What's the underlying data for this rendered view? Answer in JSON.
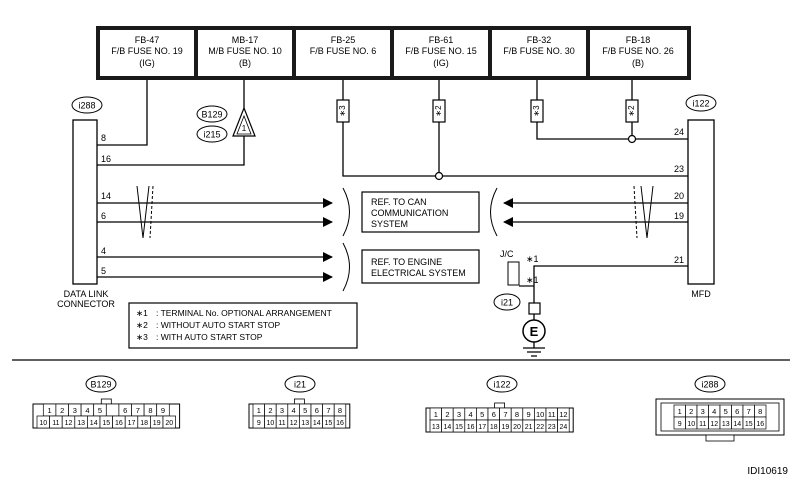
{
  "fuses": [
    {
      "code": "FB-47",
      "name": "F/B FUSE NO. 19",
      "sub": "(IG)"
    },
    {
      "code": "MB-17",
      "name": "M/B FUSE NO. 10",
      "sub": "(B)"
    },
    {
      "code": "FB-25",
      "name": "F/B FUSE NO. 6",
      "sub": ""
    },
    {
      "code": "FB-61",
      "name": "F/B FUSE NO. 15",
      "sub": "(IG)"
    },
    {
      "code": "FB-32",
      "name": "F/B FUSE NO. 30",
      "sub": ""
    },
    {
      "code": "FB-18",
      "name": "F/B FUSE NO. 26",
      "sub": "(B)"
    }
  ],
  "connectors": {
    "left_id": "i288",
    "left_label_1": "DATA LINK",
    "left_label_2": "CONNECTOR",
    "right_id": "i122",
    "right_label": "MFD",
    "b129": "B129",
    "i215": "i215",
    "i21": "i21",
    "jc": "J/C",
    "ground": "E"
  },
  "pins": {
    "l8": "8",
    "l16": "16",
    "l14": "14",
    "l6": "6",
    "l4": "4",
    "l5": "5",
    "r24": "24",
    "r23": "23",
    "r20": "20",
    "r19": "19",
    "r21": "21",
    "tri": "1"
  },
  "marks": {
    "m3a": "∗3",
    "m2a": "∗2",
    "m3b": "∗3",
    "m2b": "∗2",
    "jc1a": "∗1",
    "jc1b": "∗1"
  },
  "refs": {
    "can_1": "REF. TO CAN",
    "can_2": "COMMUNICATION",
    "can_3": "SYSTEM",
    "eng_1": "REF. TO ENGINE",
    "eng_2": "ELECTRICAL SYSTEM"
  },
  "legend": [
    {
      "mark": "∗1",
      "text": ": TERMINAL No. OPTIONAL ARRANGEMENT"
    },
    {
      "mark": "∗2",
      "text": ": WITHOUT AUTO START STOP"
    },
    {
      "mark": "∗3",
      "text": ": WITH AUTO START STOP"
    }
  ],
  "faces": {
    "b129": {
      "label": "B129",
      "top": [
        "1",
        "2",
        "3",
        "4",
        "5",
        "",
        "6",
        "7",
        "8",
        "9"
      ],
      "bottom": [
        "10",
        "11",
        "12",
        "13",
        "14",
        "15",
        "16",
        "17",
        "18",
        "19",
        "20"
      ]
    },
    "i21": {
      "label": "i21",
      "top": [
        "1",
        "2",
        "3",
        "4",
        "5",
        "6",
        "7",
        "8"
      ],
      "bottom": [
        "9",
        "10",
        "11",
        "12",
        "13",
        "14",
        "15",
        "16"
      ]
    },
    "i122": {
      "label": "i122",
      "top": [
        "1",
        "2",
        "3",
        "4",
        "5",
        "6",
        "7",
        "8",
        "9",
        "10",
        "11",
        "12"
      ],
      "bottom": [
        "13",
        "14",
        "15",
        "16",
        "17",
        "18",
        "19",
        "20",
        "21",
        "22",
        "23",
        "24"
      ]
    },
    "i288": {
      "label": "i288",
      "top": [
        "1",
        "2",
        "3",
        "4",
        "5",
        "6",
        "7",
        "8"
      ],
      "bottom": [
        "9",
        "10",
        "11",
        "12",
        "13",
        "14",
        "15",
        "16"
      ]
    }
  },
  "figure_id": "IDI10619"
}
